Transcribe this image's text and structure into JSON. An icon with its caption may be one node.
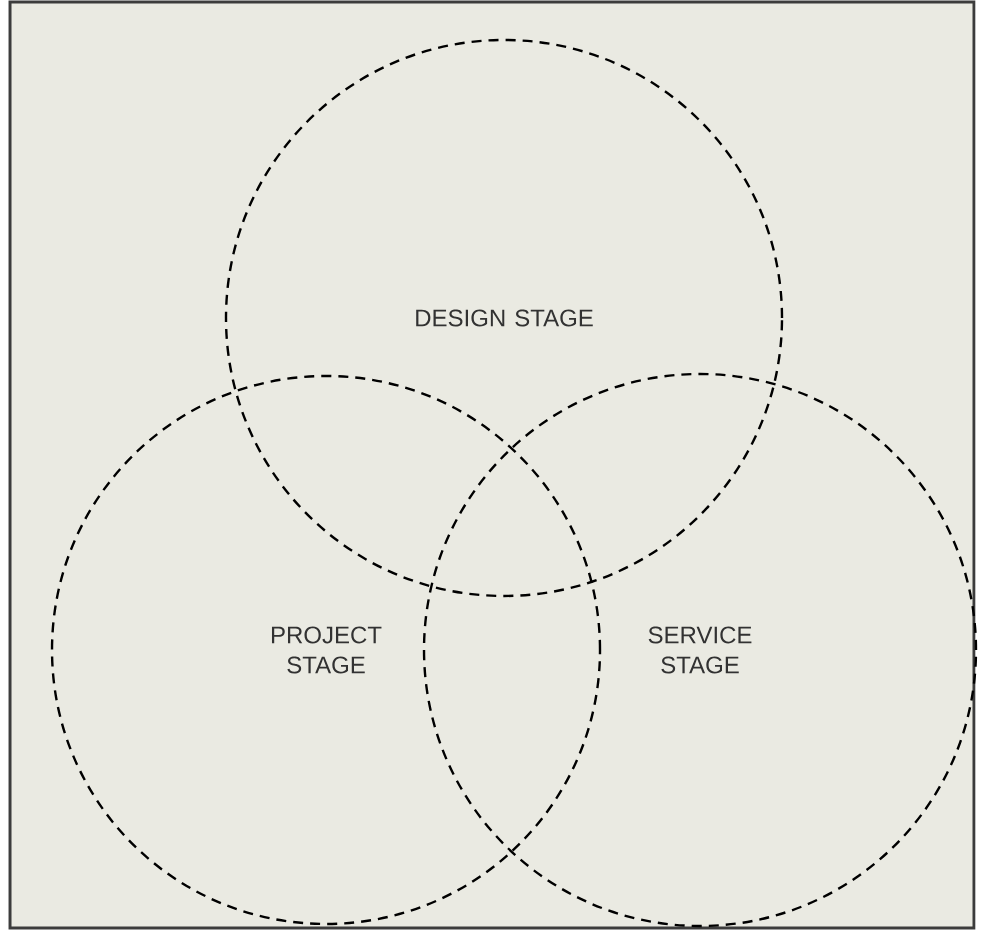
{
  "diagram": {
    "nodes": [
      {
        "text": [
          "DESIGN STAGE"
        ]
      },
      {
        "text": [
          "PROJECT STAGE"
        ]
      },
      {
        "text": [
          "SERVICE STAGE"
        ]
      }
    ]
  }
}
